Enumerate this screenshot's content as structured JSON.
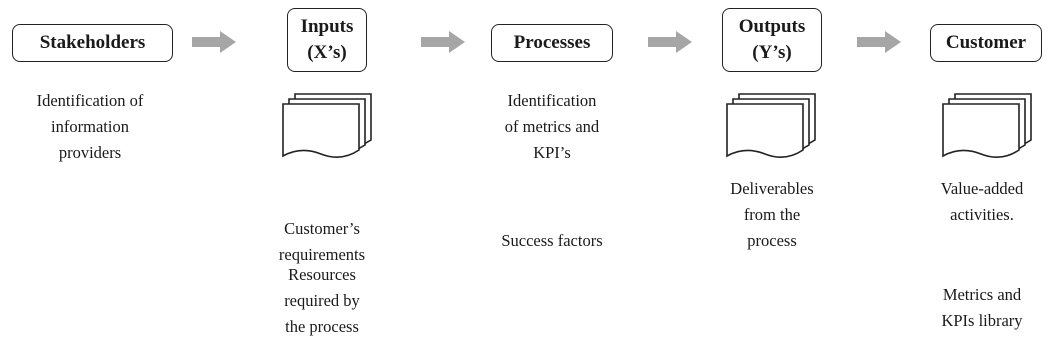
{
  "stages": [
    {
      "id": "stakeholders",
      "label_lines": [
        "Stakeholders"
      ]
    },
    {
      "id": "inputs",
      "label_lines": [
        "Inputs",
        "(X’s)"
      ]
    },
    {
      "id": "processes",
      "label_lines": [
        "Processes"
      ]
    },
    {
      "id": "outputs",
      "label_lines": [
        "Outputs",
        "(Y’s)"
      ]
    },
    {
      "id": "customer",
      "label_lines": [
        "Customer"
      ]
    }
  ],
  "descriptions": {
    "stakeholders": [
      "Identification of",
      "information",
      "providers"
    ],
    "inputs_1": [
      "Customer’s",
      "requirements"
    ],
    "inputs_2": [
      "Resources",
      "required by",
      "the process"
    ],
    "processes_1": [
      "Identification",
      "of metrics and",
      "KPI’s"
    ],
    "processes_2": [
      "Success factors"
    ],
    "outputs": [
      "Deliverables",
      "from the",
      "process"
    ],
    "customer_1": [
      "Value-added",
      "activities."
    ],
    "customer_2": [
      "Metrics and",
      "KPIs library"
    ]
  },
  "icons": {
    "document": "document-stack-icon",
    "arrow": "right-arrow-icon"
  },
  "colors": {
    "arrow": "#a6a6a6",
    "border": "#222222"
  }
}
